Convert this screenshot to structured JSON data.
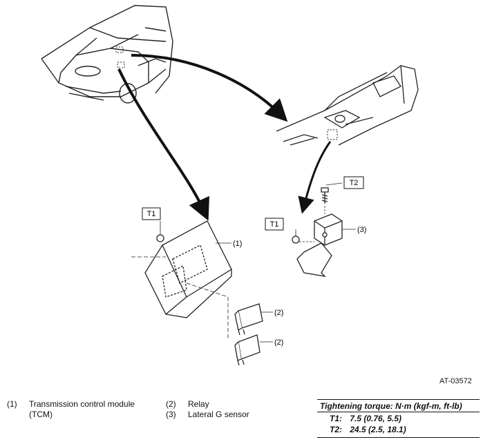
{
  "callouts": {
    "t1_left": "T1",
    "t1_right": "T1",
    "t2": "T2",
    "n1": "(1)",
    "n2a": "(2)",
    "n2b": "(2)",
    "n3": "(3)"
  },
  "figure_id": "AT-03572",
  "legend": [
    {
      "num": "(1)",
      "lines": [
        "Transmission control module",
        "(TCM)"
      ]
    },
    {
      "num": "(2)",
      "lines": [
        "Relay"
      ]
    },
    {
      "num": "(3)",
      "lines": [
        "Lateral G sensor"
      ]
    }
  ],
  "torque": {
    "header": "Tightening torque: N·m (kgf-m, ft-lb)",
    "rows": [
      {
        "key": "T1:",
        "value": "7.5 (0.76, 5.5)"
      },
      {
        "key": "T2:",
        "value": "24.5 (2.5, 18.1)"
      }
    ]
  }
}
